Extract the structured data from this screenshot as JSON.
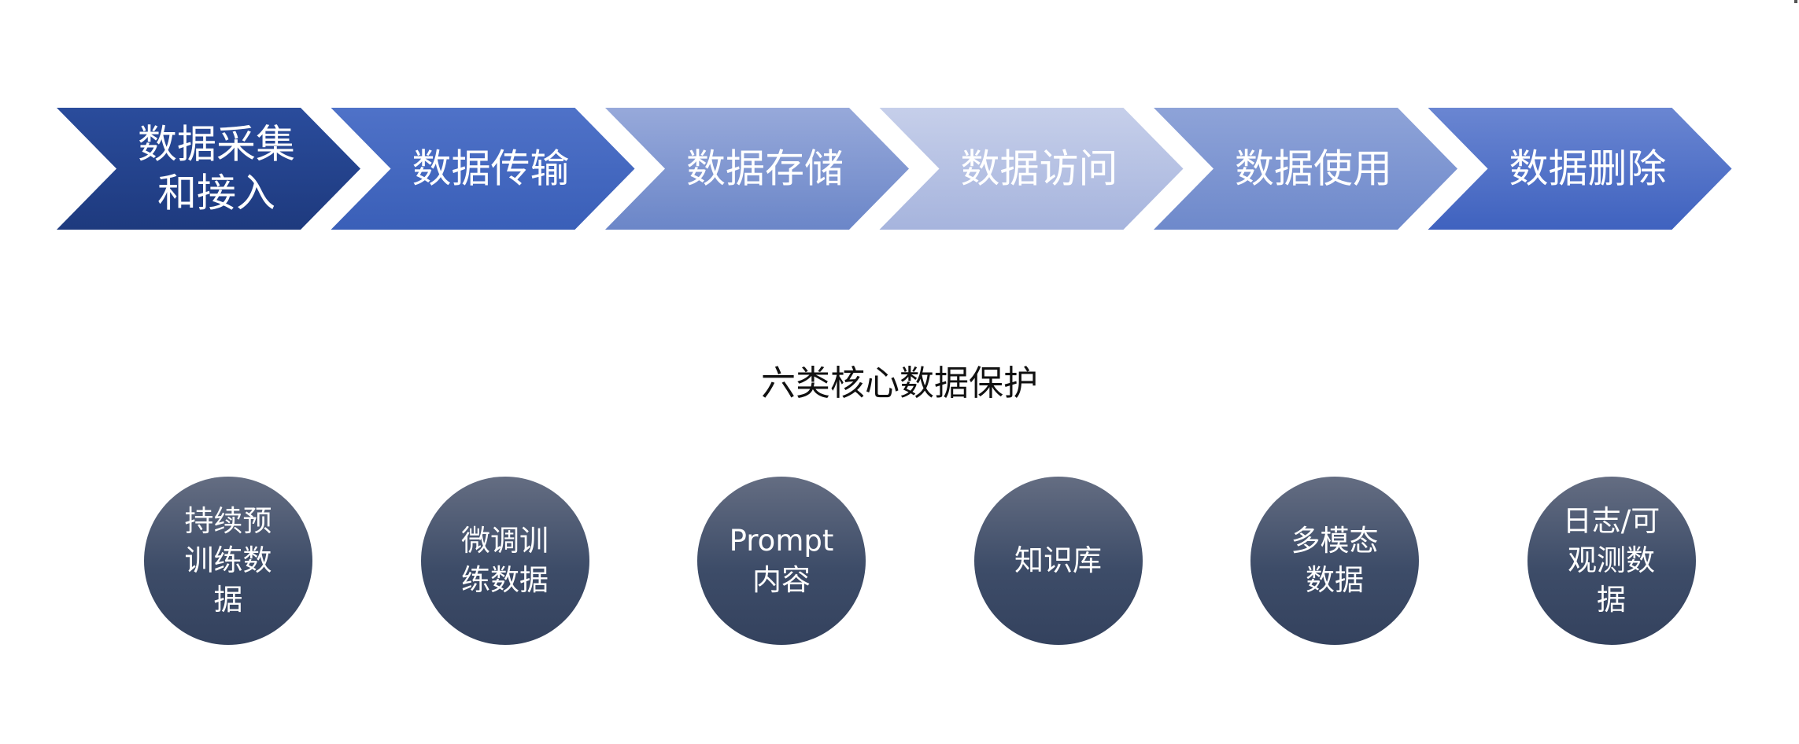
{
  "flow": {
    "stages": [
      {
        "label_lines": [
          "数据采集",
          "和接入"
        ],
        "gradient": [
          "#2a4c9c",
          "#1e3a7e"
        ]
      },
      {
        "label_lines": [
          "数据传输"
        ],
        "gradient": [
          "#4f72c8",
          "#3a5fb8"
        ]
      },
      {
        "label_lines": [
          "数据存储"
        ],
        "gradient": [
          "#97a9da",
          "#6b86c8"
        ]
      },
      {
        "label_lines": [
          "数据访问"
        ],
        "gradient": [
          "#c6cfea",
          "#a6b4dd"
        ]
      },
      {
        "label_lines": [
          "数据使用"
        ],
        "gradient": [
          "#8ea3d8",
          "#6e89cb"
        ]
      },
      {
        "label_lines": [
          "数据删除"
        ],
        "gradient": [
          "#6a86d2",
          "#3f62bf"
        ]
      }
    ]
  },
  "section": {
    "title": "六类核心数据保护"
  },
  "data_types": [
    {
      "label": "持续预训练数据"
    },
    {
      "label": "微调训练数据"
    },
    {
      "label": "Prompt 内容"
    },
    {
      "label": "知识库"
    },
    {
      "label": "多模态数据"
    },
    {
      "label": "日志/可观测数据"
    }
  ],
  "colors": {
    "circle_top": "#646d82",
    "circle_bottom": "#34425e",
    "text_light": "#ffffff",
    "text_dark": "#111111"
  }
}
